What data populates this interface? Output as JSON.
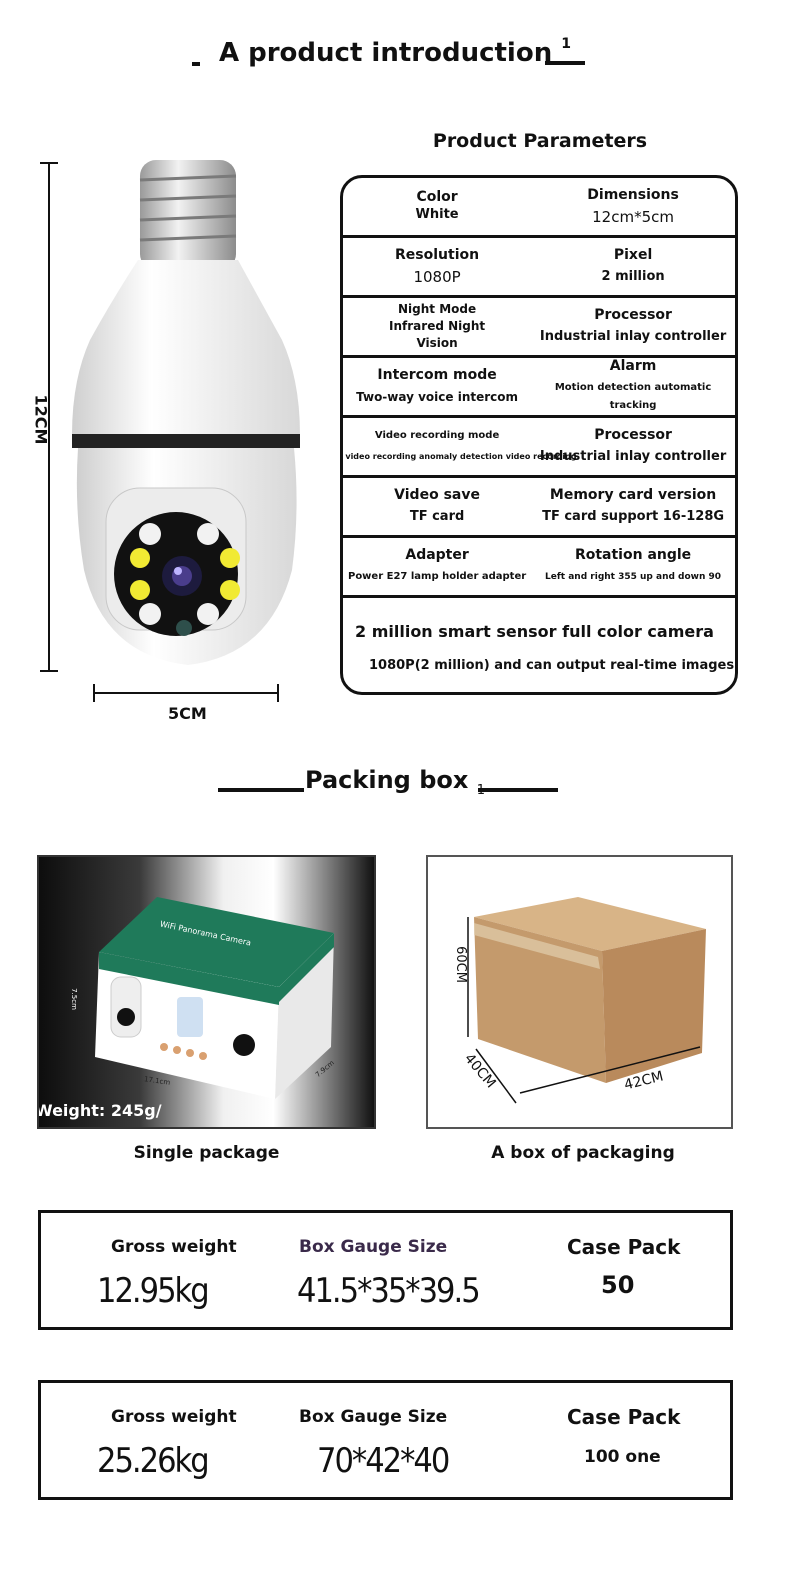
{
  "intro": {
    "title": "A product introduction",
    "sup": "1"
  },
  "dimensions": {
    "height": "12CM",
    "width": "5CM"
  },
  "params": {
    "title": "Product Parameters",
    "rows": [
      {
        "l_label": "Color",
        "l_value": "White",
        "r_label": "Dimensions",
        "r_value": "12cm*5cm"
      },
      {
        "l_label": "Resolution",
        "l_value": "1080P",
        "r_label": "Pixel",
        "r_value": "2 million"
      },
      {
        "l_label": "Night Mode Infrared Night Vision",
        "l_value": "",
        "r_label": "Processor",
        "r_value": "Industrial inlay controller"
      },
      {
        "l_label": "Intercom mode",
        "l_value": "Two-way voice intercom",
        "r_label": "Alarm",
        "r_value": "Motion detection automatic tracking"
      },
      {
        "l_label": "Video recording mode",
        "l_value": "Continuous video recording anomaly detection video recording",
        "r_label": "Processor",
        "r_value": "Industrial inlay controller"
      },
      {
        "l_label": "Video save",
        "l_value": "TF card",
        "r_label": "Memory card version",
        "r_value": "TF card support 16-128G"
      },
      {
        "l_label": "Adapter",
        "l_value": "Power E27 lamp holder adapter",
        "r_label": "Rotation angle",
        "r_value": "Left and right 355 up and down 90"
      }
    ],
    "summary_title": "2 million smart sensor full color camera",
    "summary_text": "1080P(2 million) and can output real-time images"
  },
  "packing": {
    "title": "Packing box",
    "sub": "1",
    "single": {
      "caption": "Single package",
      "weight": "Weight: 245g/",
      "box_brand": "WiFi Panorama Camera",
      "dim_h": "7.5cm",
      "dim_w": "17.1cm",
      "dim_d": "7.9cm"
    },
    "carton": {
      "caption": "A box of packaging",
      "dim_h": "60CM",
      "dim_d": "40CM",
      "dim_w": "42CM"
    }
  },
  "specs": [
    {
      "gw_label": "Gross weight",
      "gw_value": "12.95kg",
      "size_label": "Box Gauge Size",
      "size_value": "41.5*35*39.5",
      "pack_label": "Case Pack",
      "pack_value": "50"
    },
    {
      "gw_label": "Gross weight",
      "gw_value": "25.26kg",
      "size_label": "Box Gauge Size",
      "size_value": "70*42*40",
      "pack_label": "Case Pack",
      "pack_value": "100 one"
    }
  ],
  "colors": {
    "box_green": "#1f7a5a",
    "carton": "#c49a6c",
    "border": "#111111"
  }
}
